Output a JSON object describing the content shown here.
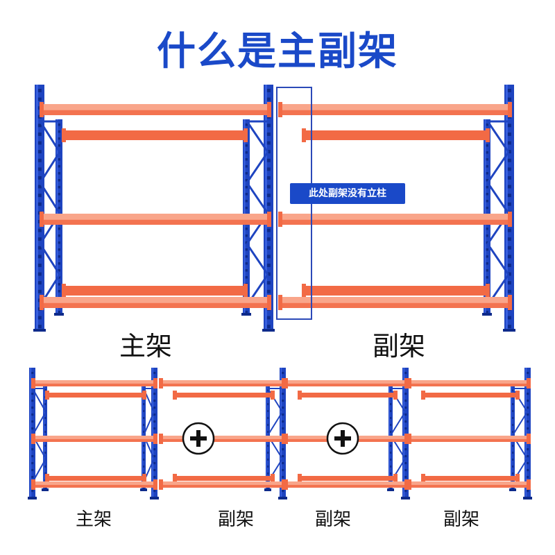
{
  "title": "什么是主副架",
  "callout": "此处副架没有立柱",
  "top_labels": {
    "main": "主架",
    "sub": "副架"
  },
  "bottom_labels": [
    "主架",
    "副架",
    "副架",
    "副架"
  ],
  "colors": {
    "upright": "#1e44c0",
    "beam": "#f26a45",
    "beam_light": "#f9a58a",
    "title": "#1a49c8",
    "outline": "#2b49b8"
  },
  "icons": [
    "plus-circle-icon",
    "plus-circle-icon"
  ]
}
